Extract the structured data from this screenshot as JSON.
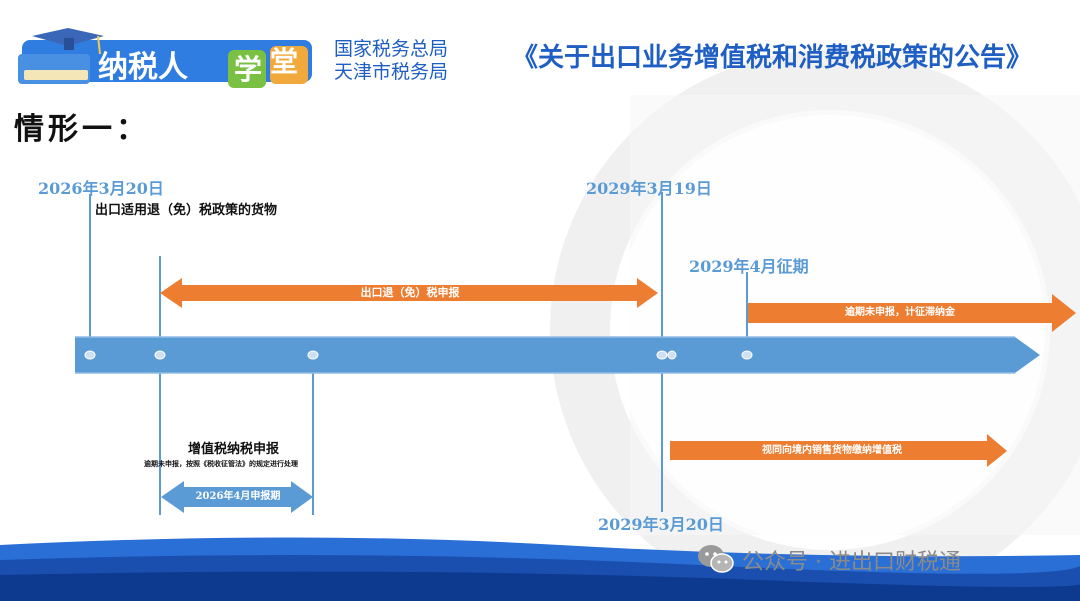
{
  "header": {
    "logo_text_1": "纳税人",
    "logo_text_2": "学",
    "logo_text_3": "堂",
    "bureau_line1": "国家税务总局",
    "bureau_line2": "天津市税务局",
    "title": "《关于出口业务增值税和消费税政策的公告》"
  },
  "case_title": "情形一：",
  "timeline": {
    "date_start": "2026年3月20日",
    "start_desc": "出口适用退（免）税政策的货物",
    "date_end_declare": "2029年3月19日",
    "date_april": "2029年4月征期",
    "date_deemed": "2029年3月20日",
    "arrow_refund": "出口退（免）税申报",
    "arrow_late_fee": "逾期未申报，计征滞纳金",
    "vat_title": "增值税纳税申报",
    "vat_note": "逾期未申报，按照《税收征管法》的规定进行处理",
    "arrow_april_period": "2026年4月申报期",
    "arrow_deemed_sale": "视同向境内销售货物缴纳增值税"
  },
  "watermark": "公众号 · 进出口财税通",
  "colors": {
    "title_blue": "#1f5fc4",
    "date_blue": "#5b9bd5",
    "timeline_blue": "#5b9bd5",
    "arrow_orange": "#ed7d31"
  }
}
